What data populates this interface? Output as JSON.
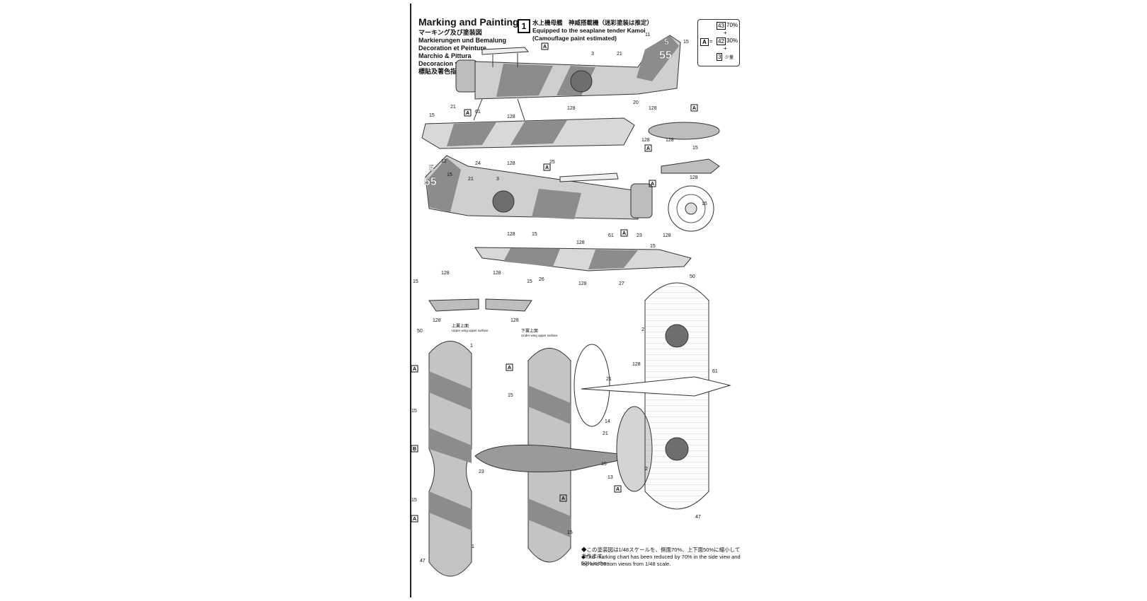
{
  "header": {
    "title": "Marking and Painting",
    "subtitles": [
      "マーキング及び塗装図",
      "Markierungen und Bemalung",
      "Decoration et Peinture",
      "Marchio & Pittura",
      "Decoracion y Pintura",
      "標貼及著色指示"
    ]
  },
  "scheme": {
    "number": "1",
    "jp_line": "水上機母艦　神威搭載機（迷彩塗装は推定）",
    "en_line1": "Equipped to the seaplane tender Kamoi",
    "en_line2": "(Camouflage paint estimated)"
  },
  "mix": {
    "letter": "A",
    "equals": "=",
    "part1_code": "43",
    "part1_pct": "70%",
    "plus1": "+",
    "part2_code": "42",
    "part2_pct": "30%",
    "plus2": "+",
    "part3_code": "3",
    "part3_label": "少量"
  },
  "markings": {
    "tail_code_top": "5",
    "tail_code_number": "55"
  },
  "view_labels": {
    "upper_wing_jp": "上翼上面",
    "upper_wing_en": "Upper wing upper surface",
    "under_wing_jp": "下翼上面",
    "under_wing_en": "Under wing upper surface"
  },
  "callouts": {
    "c1": "1",
    "c2": "2",
    "c3": "3",
    "c11": "11",
    "c12": "12",
    "c13": "13",
    "c14": "14",
    "c15": "15",
    "c20": "20",
    "c21": "21",
    "c23": "23",
    "c24": "24",
    "c25": "25",
    "c26": "26",
    "c27": "27",
    "c47": "47",
    "c50": "50",
    "c61": "61",
    "c128": "128",
    "cA": "A",
    "cB": "B"
  },
  "footnote": {
    "line1": "◆この塗装図は1/48スケールを、側面70%、上下面50%に縮小してあります。",
    "line2": "◆This marking chart has been reduced by 70% in the side view and 50% in the",
    "line3": "top  and bottom views from 1/48 scale."
  }
}
